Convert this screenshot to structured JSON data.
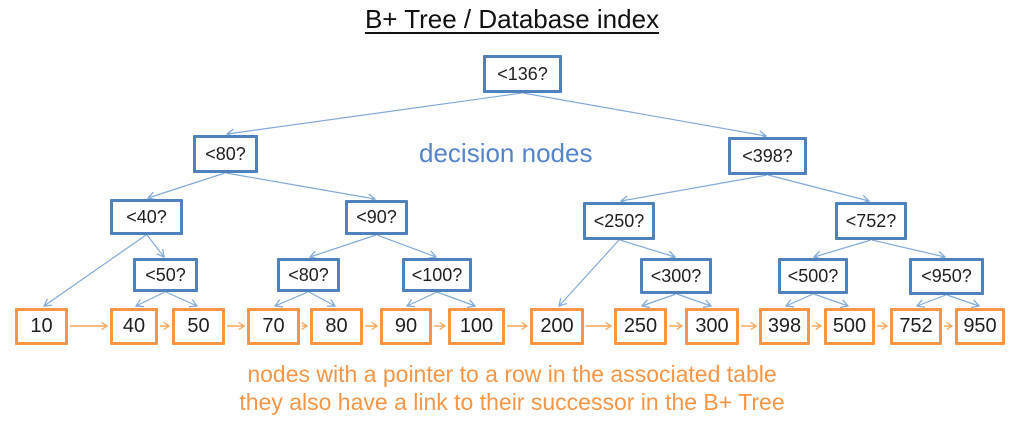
{
  "title": "B+ Tree / Database index",
  "decision_nodes_label": "decision nodes",
  "tree": {
    "root": "<136?",
    "level2": [
      "<80?",
      "<398?"
    ],
    "level3": [
      "<40?",
      "<90?",
      "<250?",
      "<752?"
    ],
    "level4": [
      "<50?",
      "<80?",
      "<100?",
      "<300?",
      "<500?",
      "<950?"
    ],
    "leaves": [
      "10",
      "40",
      "50",
      "70",
      "80",
      "90",
      "100",
      "200",
      "250",
      "300",
      "398",
      "500",
      "752",
      "950"
    ]
  },
  "notes": {
    "line1": "nodes with a pointer to a row in the associated table",
    "line2": "they also have a link to their successor in the B+ Tree"
  },
  "colors": {
    "decision_border": "#4f81bd",
    "leaf_border": "#f79646",
    "edge_blue": "#84aad8",
    "edge_orange": "#f9a55a",
    "notes_text": "#f79646",
    "decision_label_text": "#5585c8"
  }
}
